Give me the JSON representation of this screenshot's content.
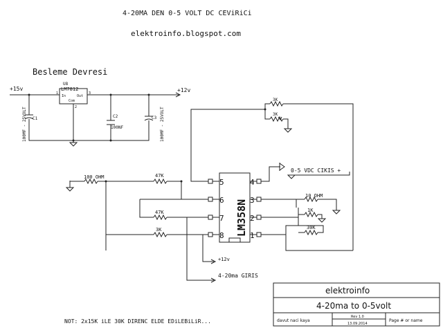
{
  "header": {
    "title": "4-20MA DEN 0-5 VOLT DC CEViRiCi",
    "url": "elektroinfo.blogspot.com"
  },
  "supply": {
    "section_title": "Besleme Devresi",
    "vin": "+15v",
    "vout": "+12v",
    "regulator_ref": "U8",
    "regulator_part": "LM7812",
    "reg_in": "In",
    "reg_out": "Out",
    "reg_com": "Com",
    "reg_pin1": "1",
    "reg_pin2": "2",
    "reg_pin3": "3",
    "c1_ref": "C1",
    "c1_value": "100MF - 25VOLT",
    "c2_ref": "C2",
    "c2_value": "100NF",
    "c3_ref": "C3",
    "c3_value": "100MF - 25VOLT"
  },
  "opamp": {
    "part": "LM358N",
    "pins": [
      "5",
      "6",
      "7",
      "8",
      "4",
      "3",
      "2",
      "1"
    ]
  },
  "resistors": {
    "r_top1": "3K",
    "r_top2": "3K",
    "r_100": "100 OHM",
    "r_47a": "47K",
    "r_47b": "47K",
    "r_3k_bottom": "3K",
    "r_10": "10 OHM",
    "r_1k": "1K",
    "r_30k": "30K"
  },
  "labels": {
    "output": "0-5 VDC CIKIS +",
    "plus12": "+12v",
    "input": "4-20ma GIRIS",
    "note": "NOT: 2x15K iLE 30K DIRENC ELDE EDiLEBiLiR..."
  },
  "title_block": {
    "company": "elektroinfo",
    "title": "4-20ma to 0-5volt",
    "author": "davut naci kaya",
    "rev": "Rev 1.0",
    "date": "13.09.2014",
    "page": "Page # or name"
  }
}
